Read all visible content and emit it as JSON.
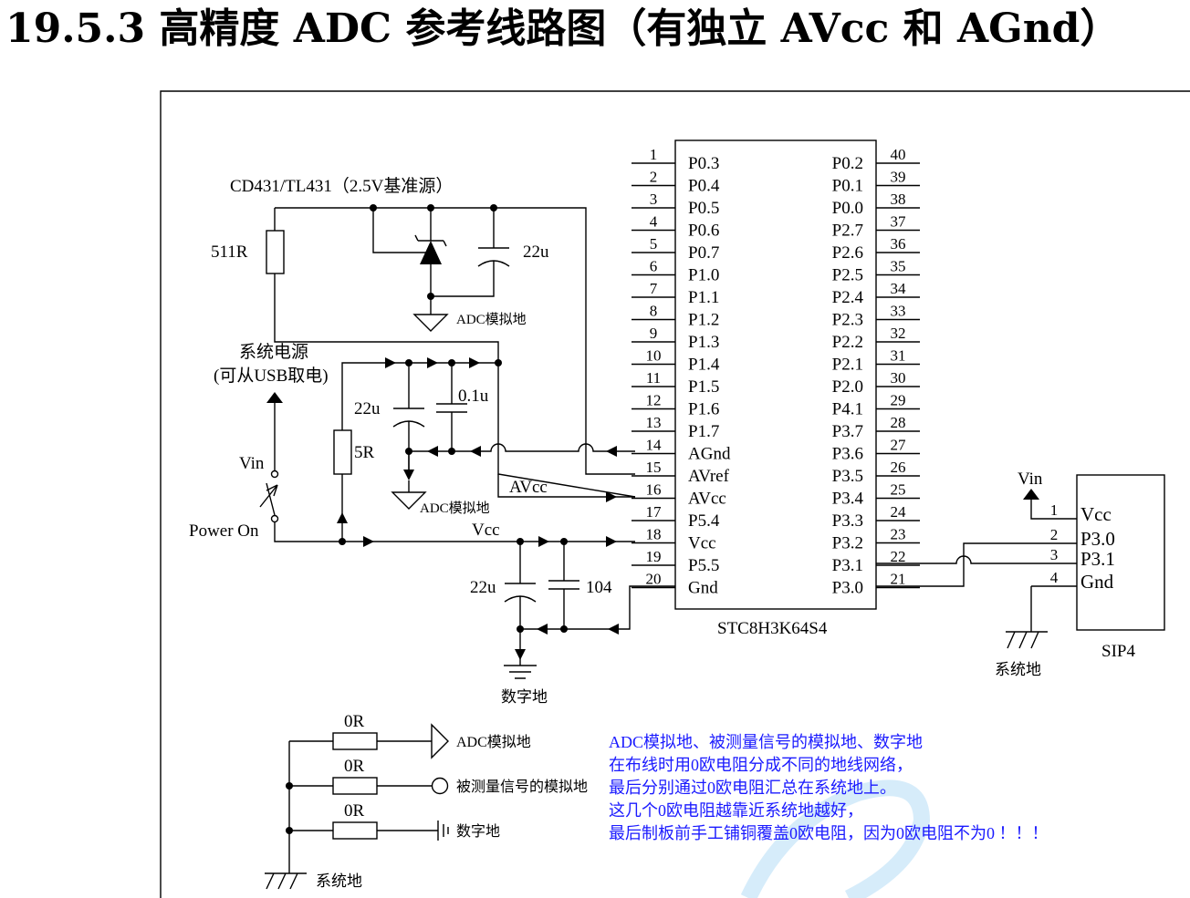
{
  "title": "19.5.3  高精度 ADC 参考线路图（有独立 AVcc 和 AGnd）",
  "chip": {
    "name": "STC8H3K64S4",
    "left_pins": [
      {
        "num": "1",
        "label": "P0.3"
      },
      {
        "num": "2",
        "label": "P0.4"
      },
      {
        "num": "3",
        "label": "P0.5"
      },
      {
        "num": "4",
        "label": "P0.6"
      },
      {
        "num": "5",
        "label": "P0.7"
      },
      {
        "num": "6",
        "label": "P1.0"
      },
      {
        "num": "7",
        "label": "P1.1"
      },
      {
        "num": "8",
        "label": "P1.2"
      },
      {
        "num": "9",
        "label": "P1.3"
      },
      {
        "num": "10",
        "label": "P1.4"
      },
      {
        "num": "11",
        "label": "P1.5"
      },
      {
        "num": "12",
        "label": "P1.6"
      },
      {
        "num": "13",
        "label": "P1.7"
      },
      {
        "num": "14",
        "label": "AGnd"
      },
      {
        "num": "15",
        "label": "AVref"
      },
      {
        "num": "16",
        "label": "AVcc"
      },
      {
        "num": "17",
        "label": "P5.4"
      },
      {
        "num": "18",
        "label": "Vcc"
      },
      {
        "num": "19",
        "label": "P5.5"
      },
      {
        "num": "20",
        "label": "Gnd"
      }
    ],
    "right_pins": [
      {
        "num": "40",
        "label": "P0.2"
      },
      {
        "num": "39",
        "label": "P0.1"
      },
      {
        "num": "38",
        "label": "P0.0"
      },
      {
        "num": "37",
        "label": "P2.7"
      },
      {
        "num": "36",
        "label": "P2.6"
      },
      {
        "num": "35",
        "label": "P2.5"
      },
      {
        "num": "34",
        "label": "P2.4"
      },
      {
        "num": "33",
        "label": "P2.3"
      },
      {
        "num": "32",
        "label": "P2.2"
      },
      {
        "num": "31",
        "label": "P2.1"
      },
      {
        "num": "30",
        "label": "P2.0"
      },
      {
        "num": "29",
        "label": "P4.1"
      },
      {
        "num": "28",
        "label": "P3.7"
      },
      {
        "num": "27",
        "label": "P3.6"
      },
      {
        "num": "26",
        "label": "P3.5"
      },
      {
        "num": "25",
        "label": "P3.4"
      },
      {
        "num": "24",
        "label": "P3.3"
      },
      {
        "num": "23",
        "label": "P3.2"
      },
      {
        "num": "22",
        "label": "P3.1"
      },
      {
        "num": "21",
        "label": "P3.0"
      }
    ]
  },
  "sip4": {
    "name": "SIP4",
    "pins": [
      {
        "num": "1",
        "label": "Vcc"
      },
      {
        "num": "2",
        "label": "P3.0"
      },
      {
        "num": "3",
        "label": "P3.1"
      },
      {
        "num": "4",
        "label": "Gnd"
      }
    ],
    "vin_label": "Vin",
    "ground_label": "系统地"
  },
  "reference": {
    "title": "CD431/TL431（2.5V基准源）",
    "resistor": "511R",
    "capacitor": "22u",
    "ground_label": "ADC模拟地"
  },
  "power": {
    "label_line1": "系统电源",
    "label_line2": "(可从USB取电)",
    "vin": "Vin",
    "switch_label": "Power On",
    "res_5r": "5R",
    "cap_22u": "22u",
    "cap_01u": "0.1u",
    "analog_ground": "ADC模拟地",
    "avcc_net": "AVcc",
    "vcc_net": "Vcc",
    "dec_cap_22u": "22u",
    "dec_cap_104": "104",
    "digital_ground": "数字地"
  },
  "ground_legend": {
    "rows": [
      {
        "res": "0R",
        "label": "ADC模拟地"
      },
      {
        "res": "0R",
        "label": "被测量信号的模拟地"
      },
      {
        "res": "0R",
        "label": "数字地"
      }
    ],
    "system_ground": "系统地"
  },
  "notes": [
    "ADC模拟地、被测量信号的模拟地、数字地",
    "在布线时用0欧电阻分成不同的地线网络，",
    "最后分别通过0欧电阻汇总在系统地上。",
    "这几个0欧电阻越靠近系统地越好，",
    "最后制板前手工铺铜覆盖0欧电阻，因为0欧电阻不为0 ！！！"
  ],
  "colors": {
    "note_text": "#1a1aff",
    "wire": "#000000",
    "watermark": "#d6ecfa"
  }
}
